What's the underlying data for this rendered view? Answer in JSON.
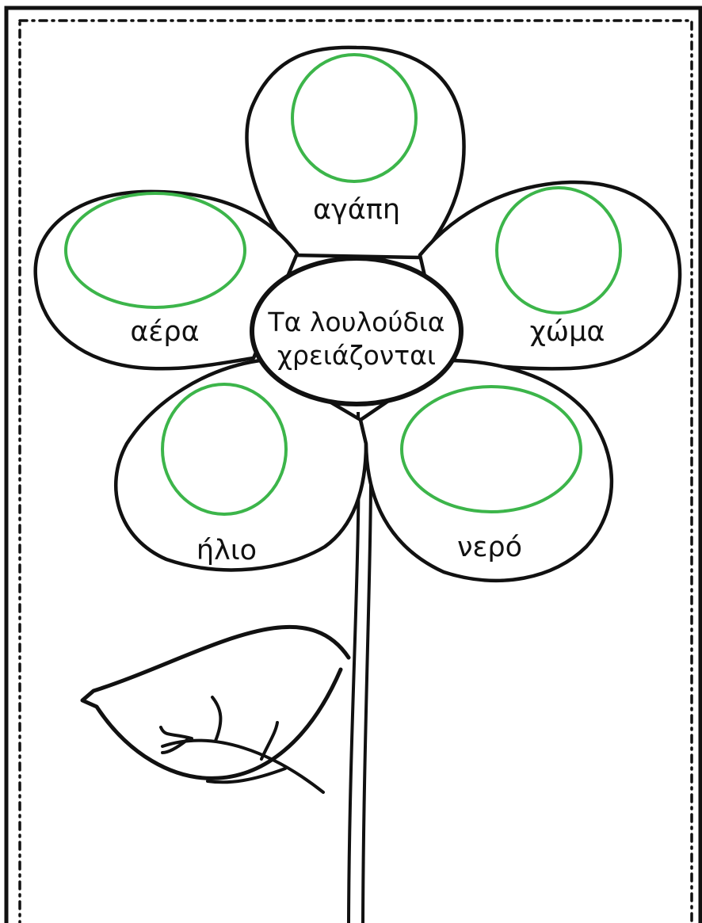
{
  "center": {
    "line1": "Τα λουλούδια",
    "line2": "χρειάζονται"
  },
  "petals": {
    "top": "αγάπη",
    "left": "αέρα",
    "right": "χώμα",
    "bottom_left": "ήλιο",
    "bottom_right": "νερό"
  },
  "colors": {
    "outline": "#111111",
    "answer_circle": "#3cb54a",
    "background": "#ffffff"
  }
}
